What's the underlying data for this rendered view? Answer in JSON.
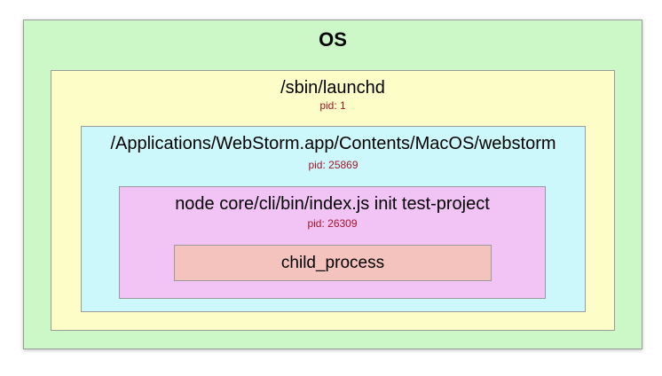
{
  "os": {
    "title": "OS"
  },
  "launchd": {
    "title": "/sbin/launchd",
    "pid": "pid: 1"
  },
  "webstorm": {
    "title": "/Applications/WebStorm.app/Contents/MacOS/webstorm",
    "pid": "pid: 25869"
  },
  "node": {
    "title": "node core/cli/bin/index.js init test-project",
    "pid": "pid: 26309"
  },
  "child": {
    "title": "child_process"
  },
  "colors": {
    "os_fill": "#ccf7c6",
    "launchd_fill": "#fdfdc8",
    "webstorm_fill": "#ccf7fb",
    "node_fill": "#f2c4f6",
    "child_fill": "#f4c3bd",
    "pid_text": "#a2152a"
  }
}
